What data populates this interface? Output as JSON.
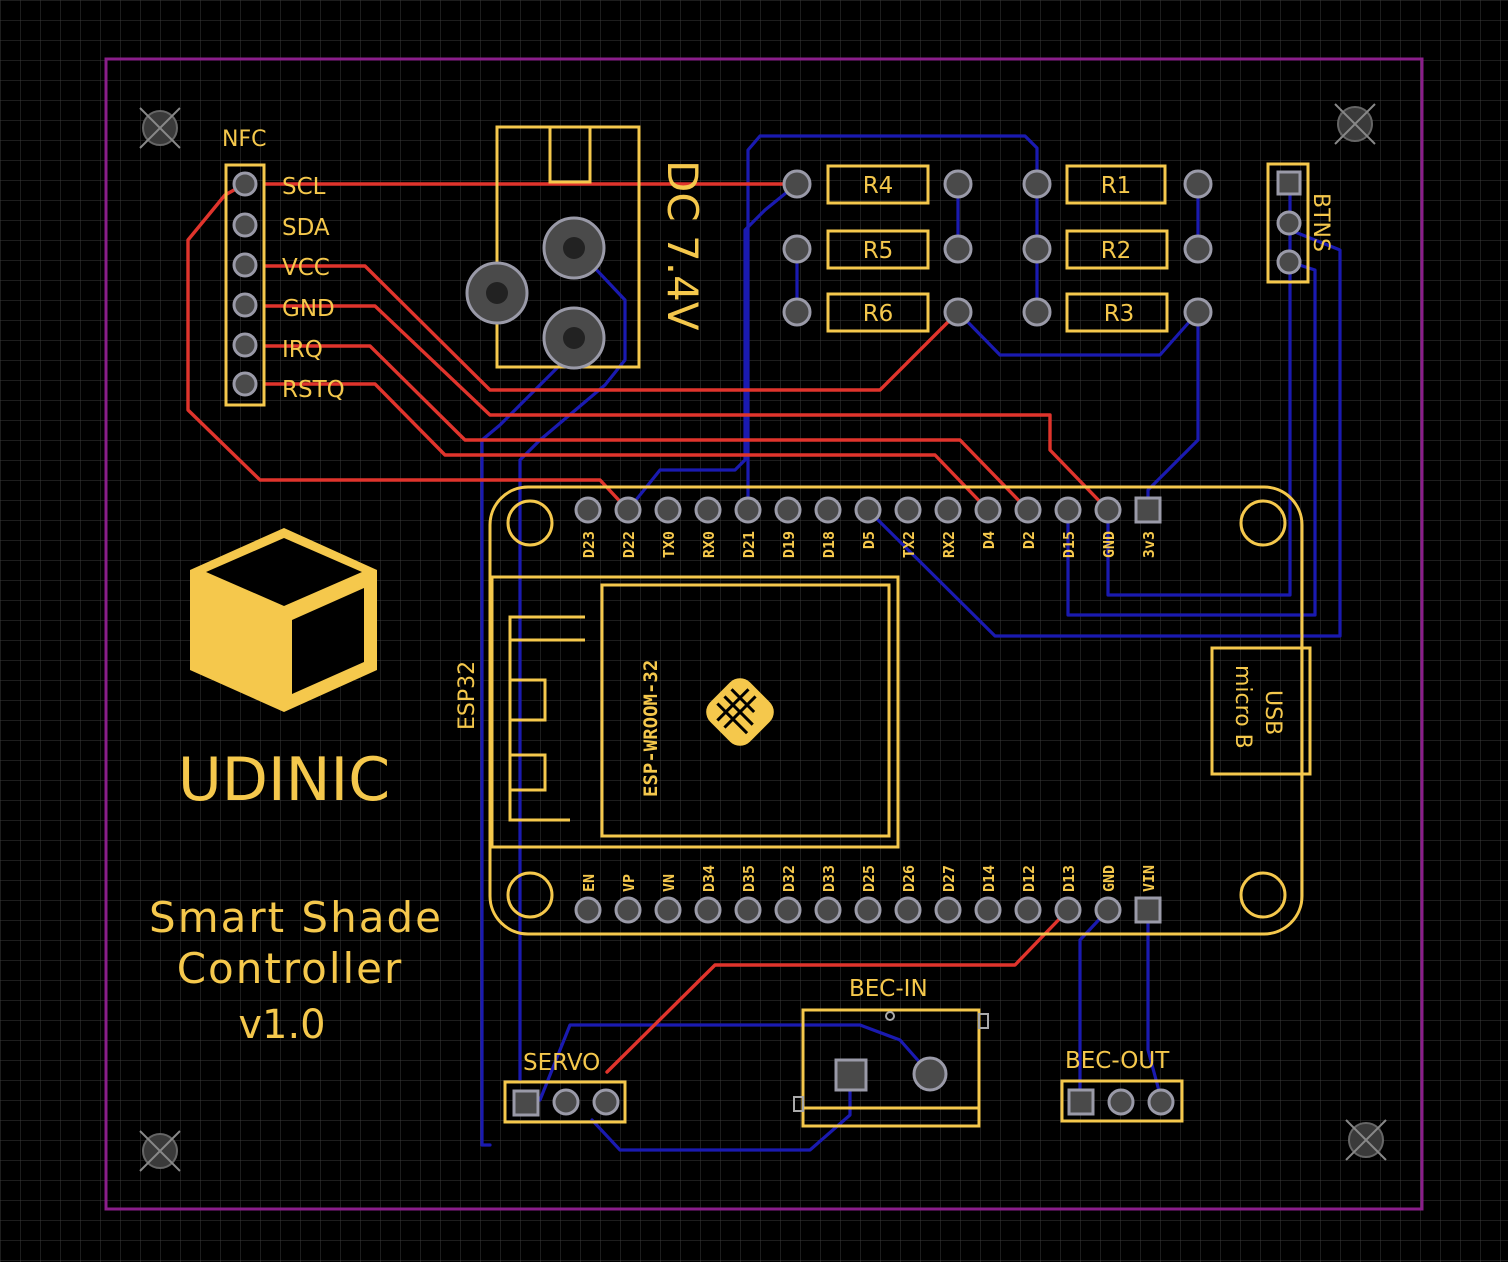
{
  "colors": {
    "background": "#000000",
    "grid": "#3a3a3a",
    "outline": "#8a1e8a",
    "silkscreen": "#f5c84c",
    "pad": "#4a4a4a",
    "trace_top": "#e0342c",
    "trace_bottom": "#1a1ab0"
  },
  "brand": {
    "name": "UDINIC",
    "logo": "cube-logo"
  },
  "product": {
    "line1": "Smart Shade",
    "line2": "Controller",
    "version": "v1.0"
  },
  "nfc": {
    "label": "NFC",
    "pins": [
      "SCL",
      "SDA",
      "VCC",
      "GND",
      "IRQ",
      "RSTQ"
    ]
  },
  "dc_jack": {
    "label": "DC 7.4V"
  },
  "resistors": [
    "R4",
    "R5",
    "R6",
    "R1",
    "R2",
    "R3"
  ],
  "btns": {
    "label": "BTNS"
  },
  "esp32": {
    "label": "ESP32",
    "module": "ESP-WROOM-32",
    "top_pins": [
      "D23",
      "D22",
      "TX0",
      "RX0",
      "D21",
      "D19",
      "D18",
      "D5",
      "TX2",
      "RX2",
      "D4",
      "D2",
      "D15",
      "GND",
      "3v3"
    ],
    "bottom_pins": [
      "EN",
      "VP",
      "VN",
      "D34",
      "D35",
      "D32",
      "D33",
      "D25",
      "D26",
      "D27",
      "D14",
      "D12",
      "D13",
      "GND",
      "VIN"
    ]
  },
  "usb": {
    "line1": "USB",
    "line2": "micro B"
  },
  "servo": {
    "label": "SERVO"
  },
  "bec_in": {
    "label": "BEC-IN"
  },
  "bec_out": {
    "label": "BEC-OUT"
  }
}
